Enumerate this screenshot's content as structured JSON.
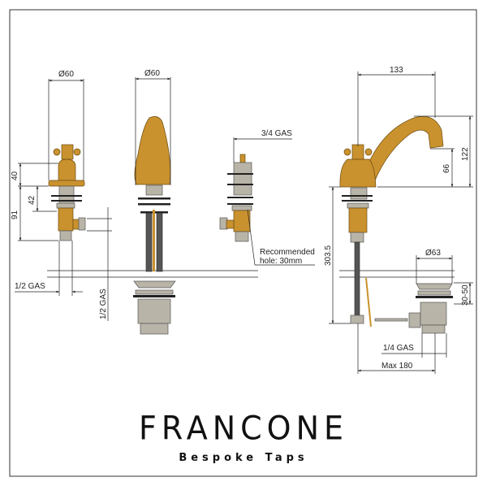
{
  "brand": {
    "name": "FRANCONE",
    "tagline": "Bespoke Taps"
  },
  "dimensions": {
    "valve_diameter": "Ø60",
    "spout_diameter": "Ø60",
    "handle_height": "40",
    "shank_length": "91",
    "thread_depth": "42",
    "valve_inlet_left": "1/2 GAS",
    "valve_inlet_vertical": "1/2 GAS",
    "valve_thread": "3/4 GAS",
    "hole_note_line1": "Recommended",
    "hole_note_line2": "hole: 30mm",
    "spout_reach": "133",
    "spout_height": "122",
    "spout_outlet_height": "66",
    "total_height": "303.5",
    "waste_diameter": "Ø63",
    "waste_thickness": "30-50",
    "waste_connection": "1/4 GAS",
    "max_width": "Max 180"
  },
  "colors": {
    "gold": "#c9922e",
    "line": "#222222"
  }
}
